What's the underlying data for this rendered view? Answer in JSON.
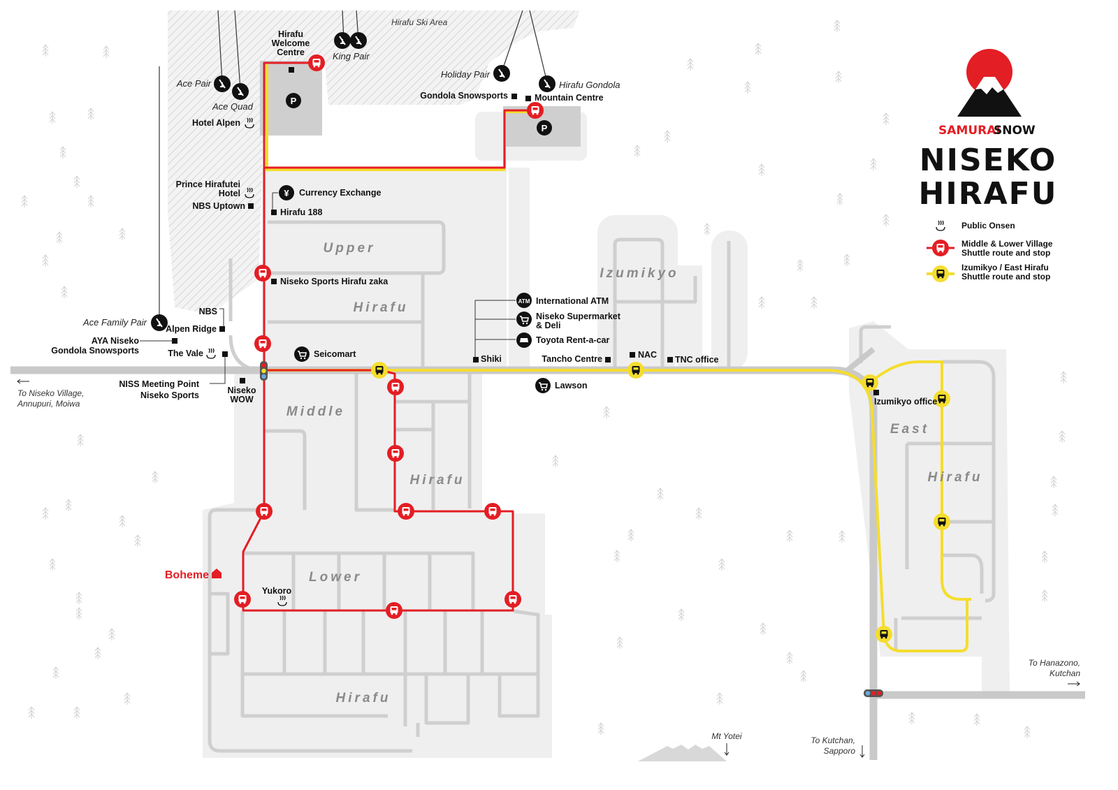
{
  "brand": {
    "name_a": "SAMURAI",
    "name_b": "SNOW",
    "title_line1": "NISEKO",
    "title_line2": "HIRAFU",
    "accent_color": "#e31e24"
  },
  "colors": {
    "red_route": "#e31e24",
    "yellow_route": "#f5dd2e",
    "road": "#c9c9c9",
    "district": "#efefef"
  },
  "legend": {
    "onsen": "Public Onsen",
    "red_l1": "Middle & Lower Village",
    "red_l2": "Shuttle route and stop",
    "yellow_l1": "Izumikyo / East Hirafu",
    "yellow_l2": "Shuttle route and stop"
  },
  "ski_area": "Hirafu Ski Area",
  "areas": {
    "upper": "Upper",
    "hirafu": "Hirafu",
    "middle": "Middle",
    "lower": "Lower",
    "izumikyo": "Izumikyo",
    "east": "East"
  },
  "lifts": {
    "ace_pair": "Ace Pair",
    "ace_quad": "Ace Quad",
    "king_pair": "King Pair",
    "holiday_pair": "Holiday Pair",
    "hirafu_gondola": "Hirafu Gondola",
    "ace_family_pair": "Ace Family Pair"
  },
  "places": {
    "welcome_1": "Hirafu",
    "welcome_2": "Welcome",
    "welcome_3": "Centre",
    "gondola_snowsports": "Gondola Snowsports",
    "mountain_centre": "Mountain Centre",
    "hotel_alpen": "Hotel Alpen",
    "prince_1": "Prince Hirafutei",
    "prince_2": "Hotel",
    "nbs_uptown": "NBS Uptown",
    "currency": "Currency Exchange",
    "hirafu188": "Hirafu 188",
    "sports_zaka": "Niseko Sports Hirafu zaka",
    "nbs": "NBS",
    "alpen_ridge": "Alpen Ridge",
    "aya_1": "AYA Niseko",
    "aya_2": "Gondola Snowsports",
    "the_vale": "The Vale",
    "seicomart": "Seicomart",
    "atm": "International ATM",
    "super_1": "Niseko Supermarket",
    "super_2": "& Deli",
    "toyota": "Toyota Rent-a-car",
    "shiki": "Shiki",
    "nac": "NAC",
    "tancho": "Tancho Centre",
    "tnc": "TNC office",
    "lawson": "Lawson",
    "niss_1": "NISS Meeting Point",
    "niss_2": "Niseko Sports",
    "wow_1": "Niseko",
    "wow_2": "WOW",
    "izumikyo_office": "Izumikyo office",
    "boheme": "Boheme",
    "yukoro": "Yukoro",
    "mt_yotei": "Mt Yotei",
    "p": "P",
    "atm_glyph": "ATM",
    "yen": "¥"
  },
  "directions": {
    "west_1": "To Niseko Village,",
    "west_2": "Annupuri, Moiwa",
    "east_1": "To Hanazono,",
    "east_2": "Kutchan",
    "south_1": "To Kutchan,",
    "south_2": "Sapporo"
  }
}
